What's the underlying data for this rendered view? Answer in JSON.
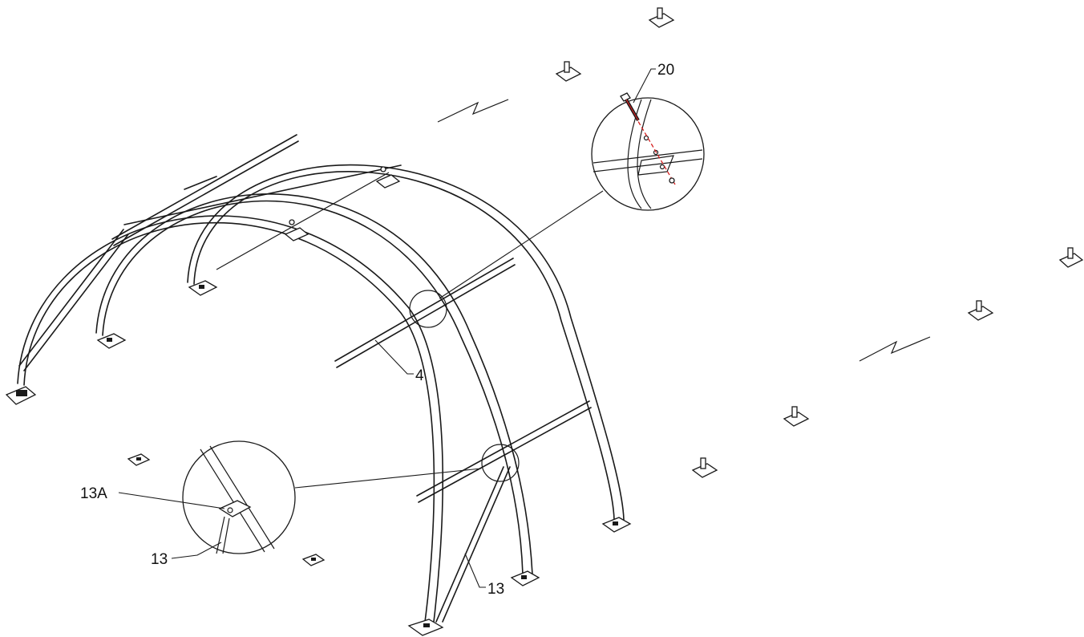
{
  "callouts": {
    "bolt": "20",
    "purlin": "4",
    "brace_main": "13",
    "brace_detail": "13",
    "bracket_detail": "13A"
  },
  "colors": {
    "line": "#1a1a1a",
    "bolt_axis": "#d62020",
    "background": "#ffffff"
  }
}
